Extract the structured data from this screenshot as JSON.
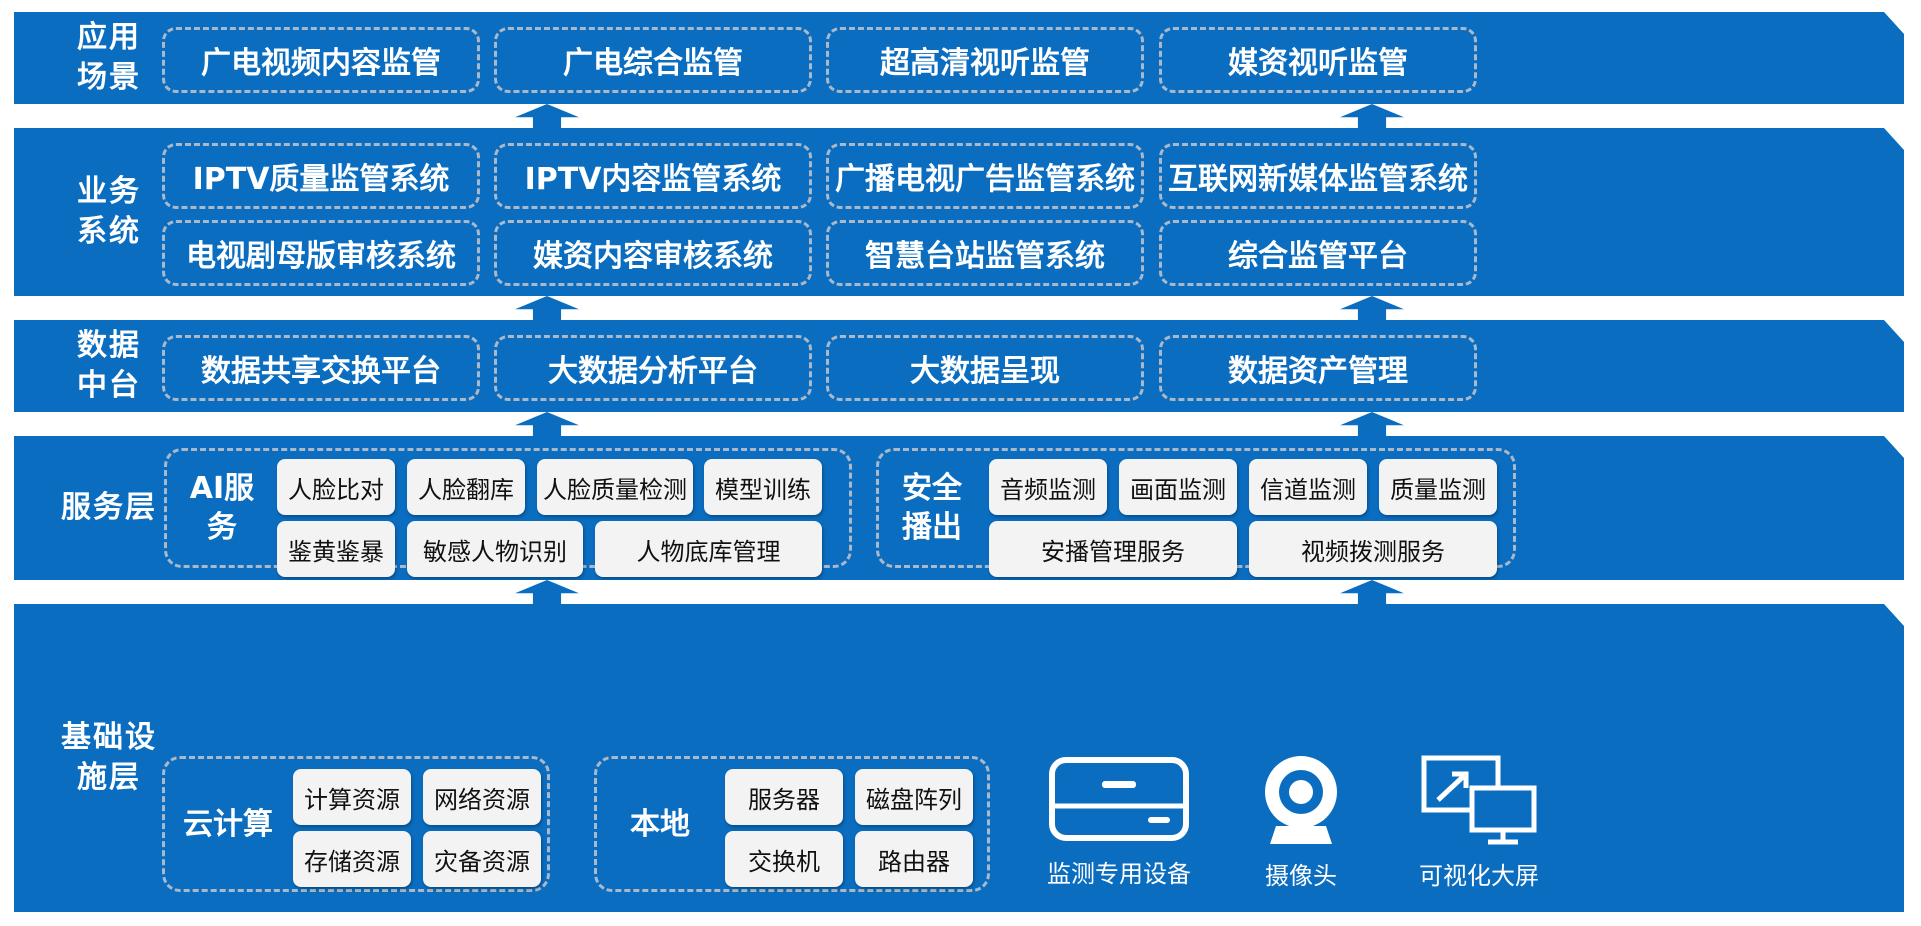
{
  "layers": {
    "app": {
      "title": "应用场景",
      "items": [
        "广电视频内容监管",
        "广电综合监管",
        "超高清视听监管",
        "媒资视听监管"
      ]
    },
    "business": {
      "title": "业务系统",
      "row1": [
        "IPTV质量监管系统",
        "IPTV内容监管系统",
        "广播电视广告监管系统",
        "互联网新媒体监管系统"
      ],
      "row2": [
        "电视剧母版审核系统",
        "媒资内容审核系统",
        "智慧台站监管系统",
        "综合监管平台"
      ]
    },
    "data": {
      "title": "数据中台",
      "items": [
        "数据共享交换平台",
        "大数据分析平台",
        "大数据呈现",
        "数据资产管理"
      ]
    },
    "service": {
      "title": "服务层",
      "ai": {
        "label": "AI服务",
        "items": [
          "人脸比对",
          "人脸翻库",
          "人脸质量检测",
          "模型训练",
          "鉴黄鉴暴",
          "敏感人物识别",
          "人物底库管理"
        ]
      },
      "safe": {
        "label": "安全播出",
        "items": [
          "音频监测",
          "画面监测",
          "信道监测",
          "质量监测",
          "安播管理服务",
          "视频拨测服务"
        ]
      }
    },
    "infra": {
      "title": "基础设施层",
      "cloud": {
        "label": "云计算",
        "items": [
          "计算资源",
          "网络资源",
          "存储资源",
          "灾备资源"
        ]
      },
      "local": {
        "label": "本地",
        "items": [
          "服务器",
          "磁盘阵列",
          "交换机",
          "路由器"
        ]
      },
      "devices": [
        {
          "label": "监测专用设备",
          "icon": "monitoring-device-icon"
        },
        {
          "label": "摄像头",
          "icon": "camera-icon"
        },
        {
          "label": "可视化大屏",
          "icon": "display-screen-icon"
        }
      ]
    }
  },
  "colors": {
    "layer_blue": "#0b6dc0",
    "dash_border": "#a9b9c9",
    "card_bg": "#f3f3f3"
  }
}
